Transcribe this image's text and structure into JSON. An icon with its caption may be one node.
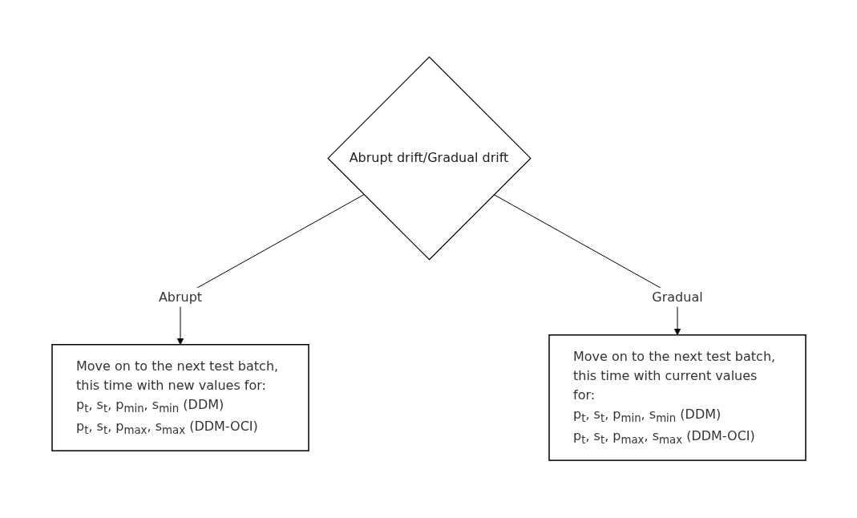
{
  "diagram": {
    "nodes": [
      {
        "text": [
          "Abrupt drift/Gradual drift"
        ]
      },
      {
        "text": [
          "Move on to the next test batch, this time with new values for:",
          "p$_{t}$, s$_{t}$, p$_{min}$, s$_{min}$ (DDM)",
          "p$_{t}$, s$_{t}$, p$_{max}$, s$_{max}$ (DDM-OCI)"
        ]
      },
      {
        "text": [
          "Move on to the next test batch, this time with current values for:",
          "p$_{t}$, s$_{t}$, p$_{min}$, s$_{min}$ (DDM)",
          "p$_{t}$, s$_{t}$, p$_{max}$, s$_{max}$ (DDM-OCI)"
        ]
      }
    ],
    "edges": [
      {
        "from": 0,
        "to": 1,
        "arrow": "to",
        "label": "Abrupt"
      },
      {
        "from": 0,
        "to": 2,
        "arrow": "to",
        "label": "Gradual"
      }
    ]
  }
}
